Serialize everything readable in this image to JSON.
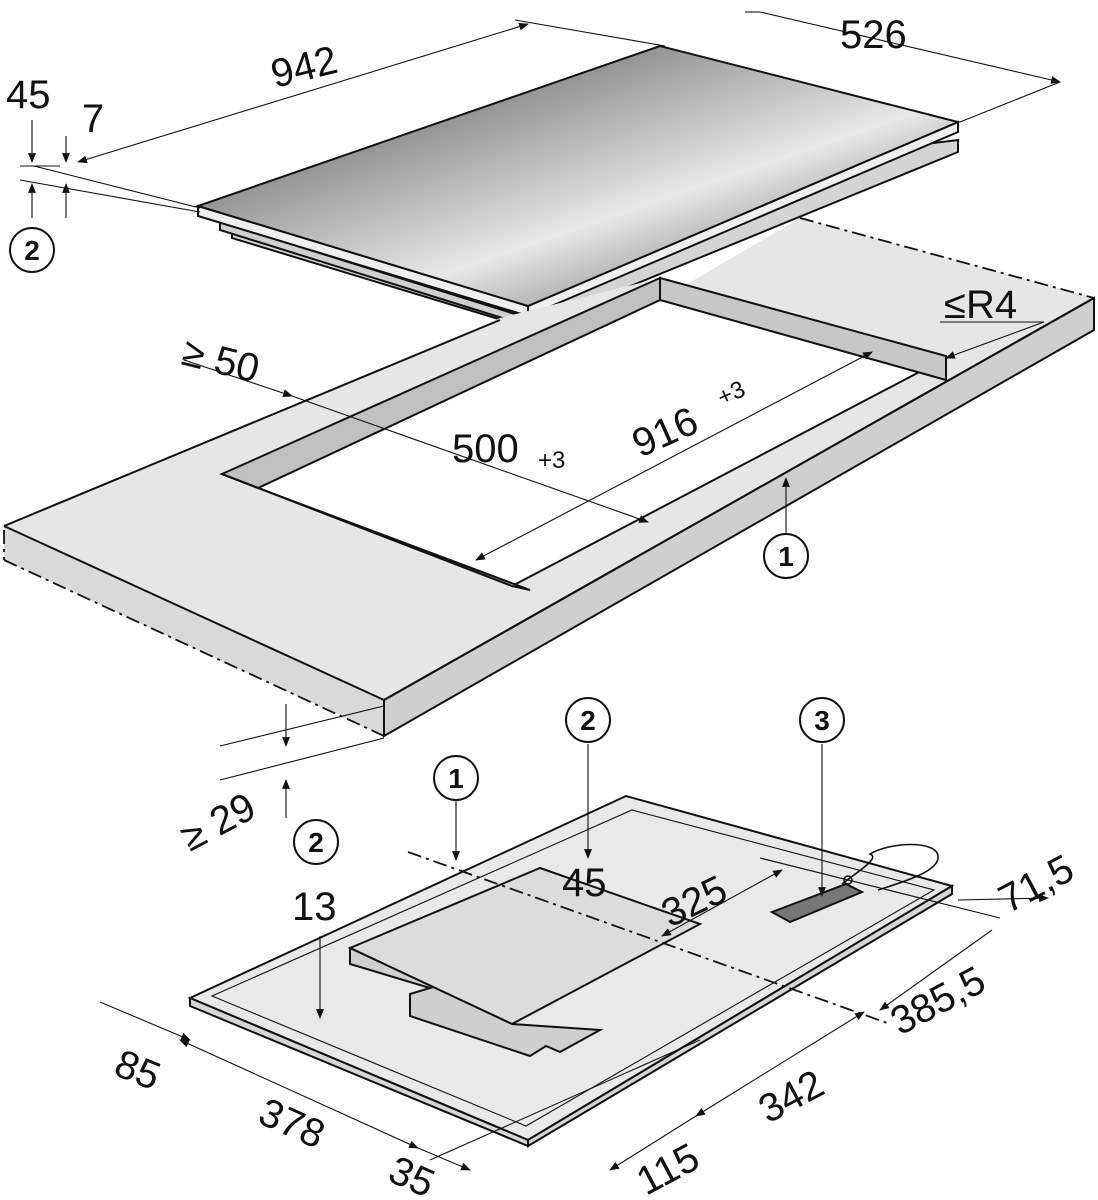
{
  "colors": {
    "glass_light": "#e8e8e8",
    "glass_dark": "#3e3e3e",
    "worktop_top": "#e6e6e6",
    "worktop_side": "#c9c9c9",
    "cutout_wall": "#bdbdbd",
    "hob_body": "#e9e9e9",
    "ink": "#111111"
  },
  "dimensions": {
    "hob_width": "942",
    "hob_depth": "526",
    "total_height": "45",
    "glass_height": "7",
    "edge_distance": "≥ 50",
    "cutout_depth": "500",
    "cutout_depth_tol": "+3",
    "cutout_width": "916",
    "cutout_width_tol": "+3",
    "corner_radius": "≤R4",
    "worktop_thickness": "≥ 29",
    "bottom_height": "45",
    "bottom_depth_13": "13",
    "dist_325": "325",
    "dist_71_5": "71,5",
    "dist_385_5": "385,5",
    "dist_342": "342",
    "dist_115": "115",
    "dist_85": "85",
    "dist_378": "378",
    "dist_35": "35"
  },
  "callouts": {
    "c1": "1",
    "c2": "2",
    "c3": "3"
  }
}
